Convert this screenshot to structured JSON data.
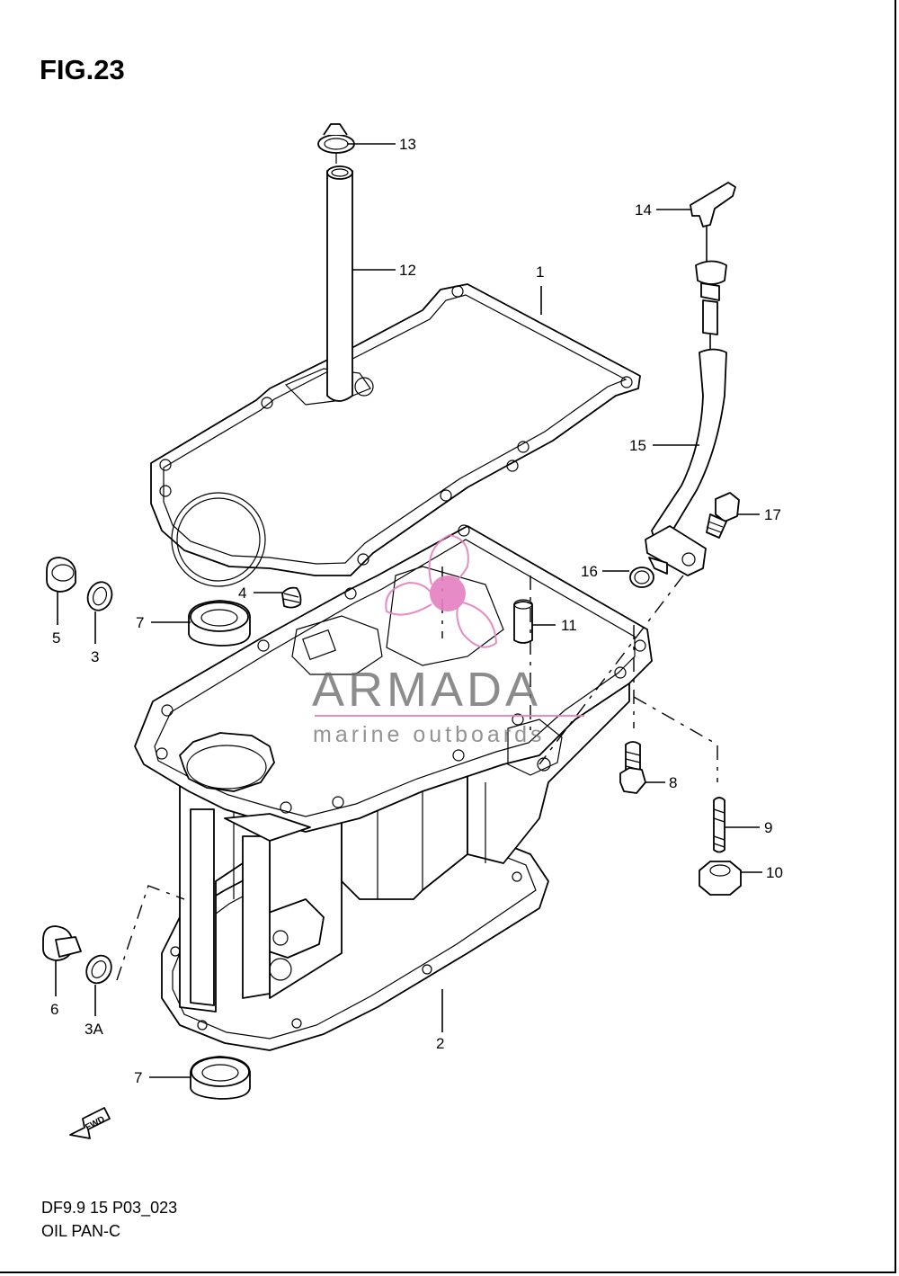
{
  "figure": {
    "title": "FIG.23",
    "model_code": "DF9.9 15 P03_023",
    "subtitle": "OIL PAN-C"
  },
  "watermark": {
    "brand": "ARMADA",
    "tagline": "marine outboards",
    "colors": {
      "text": "#6a6a6a",
      "logo": "#e47fbf",
      "rule": "#e47fbf"
    }
  },
  "fwd_label": "FWD",
  "callouts": [
    {
      "id": "13",
      "label": "13"
    },
    {
      "id": "12",
      "label": "12"
    },
    {
      "id": "1",
      "label": "1"
    },
    {
      "id": "14",
      "label": "14"
    },
    {
      "id": "15",
      "label": "15"
    },
    {
      "id": "17",
      "label": "17"
    },
    {
      "id": "16",
      "label": "16"
    },
    {
      "id": "4",
      "label": "4"
    },
    {
      "id": "7a",
      "label": "7"
    },
    {
      "id": "5",
      "label": "5"
    },
    {
      "id": "3",
      "label": "3"
    },
    {
      "id": "11",
      "label": "11"
    },
    {
      "id": "8",
      "label": "8"
    },
    {
      "id": "9",
      "label": "9"
    },
    {
      "id": "10",
      "label": "10"
    },
    {
      "id": "6",
      "label": "6"
    },
    {
      "id": "3a",
      "label": "3A"
    },
    {
      "id": "2",
      "label": "2"
    },
    {
      "id": "7b",
      "label": "7"
    }
  ]
}
